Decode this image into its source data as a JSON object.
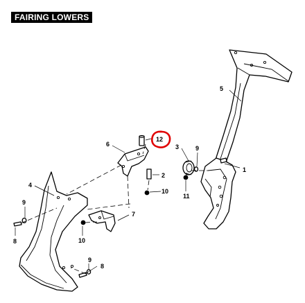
{
  "title": "FAIRING LOWERS",
  "callouts": {
    "c1": "1",
    "c2": "2",
    "c3": "3",
    "c4": "4",
    "c5": "5",
    "c6": "6",
    "c7": "7",
    "c8a": "8",
    "c8b": "8",
    "c9a": "9",
    "c9b": "9",
    "c9c": "9",
    "c10a": "10",
    "c10b": "10",
    "c11": "11",
    "c12": "12"
  },
  "highlight_color": "#e00000"
}
